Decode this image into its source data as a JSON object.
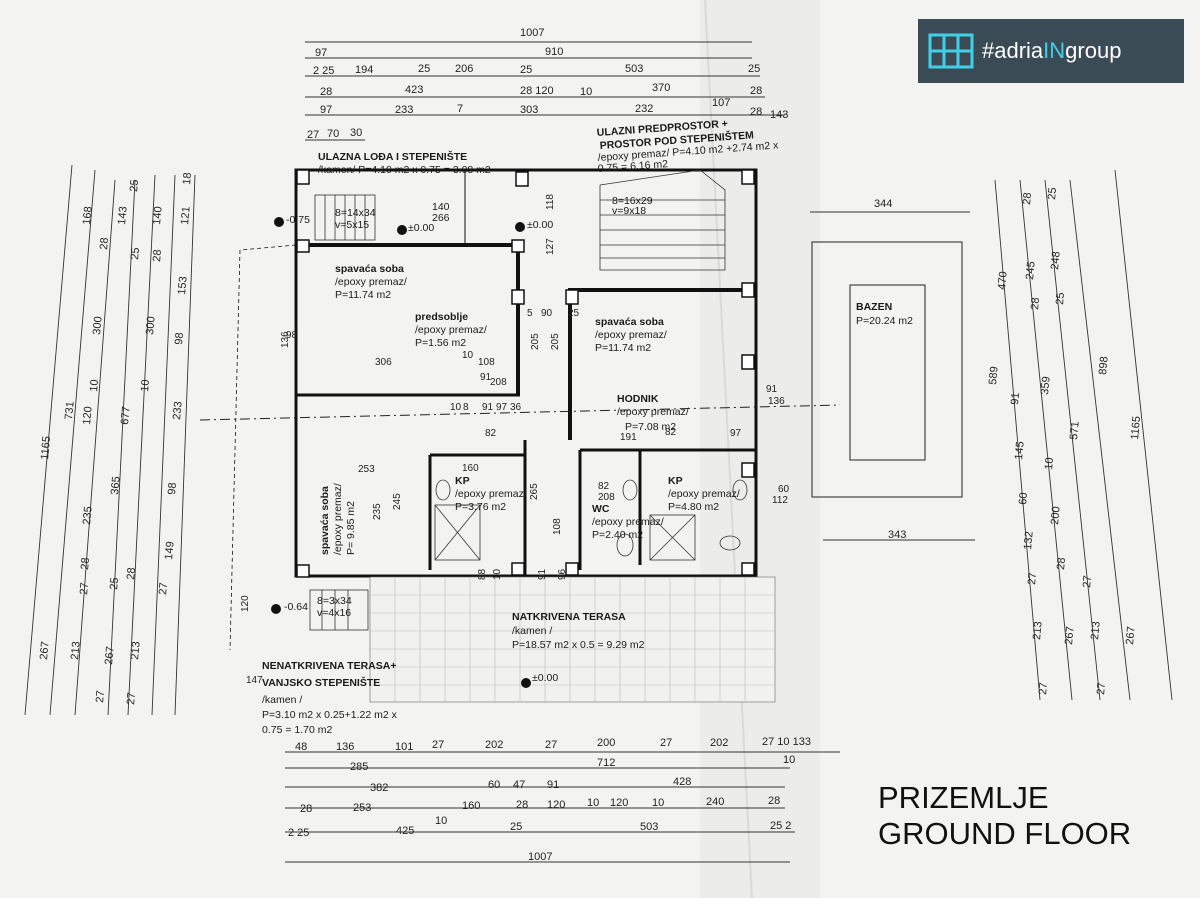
{
  "logo": {
    "prefix": "#adria",
    "highlight": "IN",
    "suffix": "group",
    "icon": "adriaingroup-logo-icon"
  },
  "caption": {
    "line1": "PRIZEMLJE",
    "line2": "GROUND FLOOR"
  },
  "colors": {
    "logo_bg": "#3b4b55",
    "logo_accent": "#3fd0e8",
    "paper": "#f3f3f1",
    "ink": "#1a1a1a"
  },
  "rooms": {
    "entry_porch": {
      "name": "ULAZNA LOĐA I STEPENIŠTE",
      "spec": "/kamen/ P=4.10 m2 x 0.75 = 3.08 m2"
    },
    "entry_hall": {
      "name1": "ULAZNI PREDPROSTOR +",
      "name2": "PROSTOR POD STEPENIŠTEM",
      "spec1": "/epoxy premaz/ P=4.10 m2 +2.74 m2 x",
      "spec2": "0.75 = 6.16 m2"
    },
    "bedroom1": {
      "name": "spavaća soba",
      "finish": "/epoxy premaz/",
      "area": "P=11.74 m2"
    },
    "vestibule": {
      "name": "predsoblje",
      "finish": "/epoxy premaz/",
      "area": "P=1.56 m2"
    },
    "bedroom2": {
      "name": "spavaća soba",
      "finish": "/epoxy premaz/",
      "area": "P=11.74 m2"
    },
    "hallway": {
      "name": "HODNIK",
      "finish": "/epoxy premaz/",
      "area": "P=7.08 m2"
    },
    "bedroom3": {
      "name": "spavaća soba",
      "finish": "/epoxy premaz/",
      "area": "P= 9.85 m2"
    },
    "bath1": {
      "name": "KP",
      "finish": "/epoxy premaz/",
      "area": "P=3.76 m2"
    },
    "wc": {
      "name": "WC",
      "finish": "/epoxy premaz/",
      "area": "P=2.40 m2"
    },
    "bath2": {
      "name": "KP",
      "finish": "/epoxy premaz/",
      "area": "P=4.80 m2"
    },
    "covered_terrace": {
      "name": "NATKRIVENA TERASA",
      "finish": "/kamen /",
      "area": "P=18.57 m2 x 0.5 = 9.29 m2"
    },
    "open_terrace": {
      "name1": "NENATKRIVENA TERASA+",
      "name2": "VANJSKO STEPENIŠTE",
      "finish": "/kamen /",
      "area1": "P=3.10 m2 x 0.25+1.22 m2 x",
      "area2": "0.75 = 1.70 m2"
    },
    "pool": {
      "name": "BAZEN",
      "area": "P=20.24 m2"
    }
  },
  "levels": {
    "l1": "-0.75",
    "l2": "±0.00",
    "l3": "±0.00",
    "l4": "-0.64",
    "l5": "±0.00"
  },
  "top_dims": {
    "r1": [
      "1007"
    ],
    "r2": [
      "97",
      "910"
    ],
    "r3": [
      "2 25",
      "194",
      "25",
      "206",
      "25",
      "503",
      "25"
    ],
    "r4": [
      "28",
      "423",
      "28 120",
      "10",
      "370",
      "28"
    ],
    "r5": [
      "97",
      "233",
      "7",
      "303",
      "232",
      "107",
      "28",
      "143"
    ],
    "r6": [
      "27",
      "70",
      "30"
    ]
  },
  "bottom_dims": {
    "r1": [
      "48",
      "136",
      "101",
      "27",
      "202",
      "27",
      "200",
      "27",
      "202",
      "27 10 133"
    ],
    "r2": [
      "285",
      "712",
      "10"
    ],
    "r3": [
      "382",
      "60",
      "47",
      "91",
      "428"
    ],
    "r4": [
      "28",
      "253",
      "160",
      "28",
      "120",
      "10",
      "120",
      "10",
      "240",
      "28"
    ],
    "r5": [
      "2 25",
      "425",
      "10",
      "25",
      "503",
      "25 2"
    ],
    "r6": [
      "1007"
    ]
  },
  "left_dims": {
    "c1": [
      "1165"
    ],
    "c2": [
      "731",
      "267"
    ],
    "c3": [
      "168",
      "300",
      "120",
      "10",
      "235",
      "28",
      "27",
      "213",
      "27"
    ],
    "c4": [
      "28",
      "25",
      "677",
      "365",
      "25",
      "267",
      "27"
    ],
    "c5": [
      "143",
      "25",
      "300",
      "10",
      "28",
      "213"
    ],
    "c6": [
      "140",
      "28",
      "98",
      "233",
      "98",
      "149",
      "27"
    ],
    "c7": [
      "121",
      "18",
      "153"
    ]
  },
  "right_dims": {
    "c1": [
      "470",
      "589",
      "145",
      "60",
      "132",
      "27",
      "213",
      "27"
    ],
    "c2": [
      "28",
      "245",
      "28",
      "91",
      "10",
      "200",
      "28",
      "267"
    ],
    "c3": [
      "25",
      "248",
      "25",
      "359",
      "571",
      "27",
      "213",
      "27"
    ],
    "c4": [
      "898",
      "267"
    ],
    "c5": [
      "1165"
    ],
    "pool_w": [
      "344",
      "343"
    ]
  },
  "inner_dims": [
    "306",
    "10",
    "108",
    "91",
    "208",
    "10",
    "8",
    "91",
    "97",
    "36",
    "5",
    "90",
    "25",
    "205",
    "205",
    "253",
    "235",
    "245",
    "160",
    "82",
    "127",
    "118",
    "191",
    "82",
    "97",
    "82",
    "208",
    "265",
    "108",
    "88",
    "10",
    "91",
    "96",
    "60",
    "112",
    "136",
    "91",
    "98",
    "136",
    "120",
    "147"
  ],
  "stairs": {
    "s1": "8=14x34",
    "s1b": "v=5x15",
    "s2": "8=16x29",
    "s2b": "v=9x18",
    "s3": "8=3x34",
    "s3b": "v=4x16",
    "door1": "140",
    "door1b": "266"
  }
}
